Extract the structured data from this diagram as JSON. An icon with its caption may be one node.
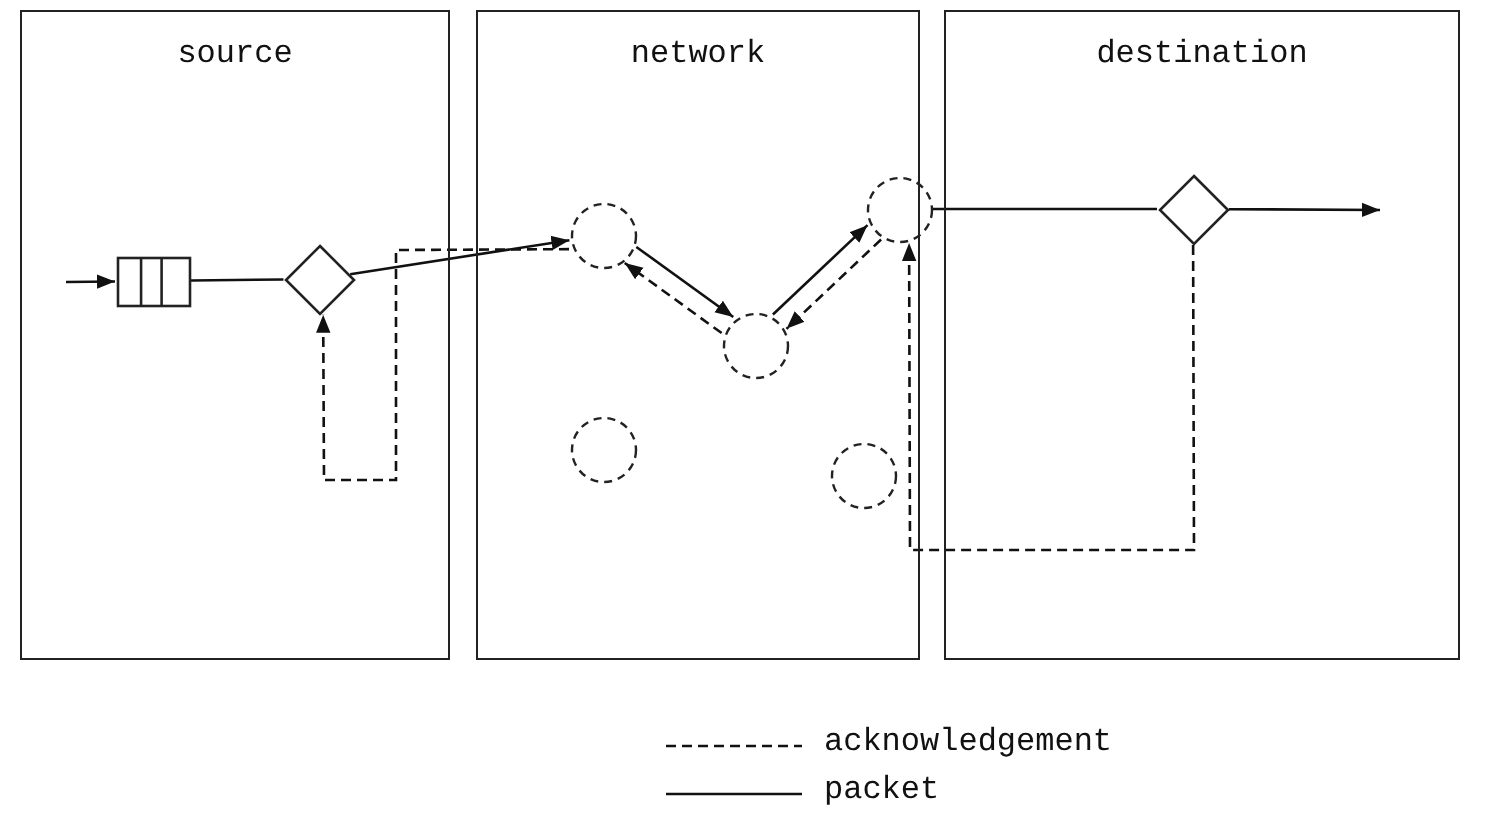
{
  "diagram": {
    "nodes": [
      {
        "text": [
          "source"
        ]
      },
      {
        "text": [
          "network"
        ]
      },
      {
        "text": [
          "destination"
        ]
      },
      {
        "text": [],
        "shape": "box",
        "in": 0
      },
      {
        "text": [],
        "shape": "diamond",
        "in": 0
      },
      {
        "text": [],
        "shape": "circle",
        "in": 1
      },
      {
        "text": [],
        "shape": "circle",
        "in": 1
      },
      {
        "text": [],
        "shape": "circle",
        "in": 1
      },
      {
        "text": [],
        "shape": "circle",
        "in": 1
      },
      {
        "text": [],
        "shape": "circle",
        "in": 1
      },
      {
        "text": [],
        "shape": "diamond",
        "in": 2
      }
    ],
    "edges": [
      {
        "from": null,
        "to": 3,
        "arrow": "to"
      },
      {
        "from": 3,
        "to": 4,
        "arrow": "none"
      },
      {
        "from": 4,
        "to": 5,
        "arrow": "to"
      },
      {
        "from": 5,
        "to": 7,
        "arrow": "to"
      },
      {
        "from": 7,
        "to": 9,
        "arrow": "to"
      },
      {
        "from": 9,
        "to": 10,
        "arrow": "none"
      },
      {
        "from": 10,
        "to": null,
        "arrow": "to"
      },
      {
        "from": 10,
        "to": 9,
        "arrow": "to",
        "style": "dashed"
      },
      {
        "from": 9,
        "to": 7,
        "arrow": "to",
        "style": "dashed"
      },
      {
        "from": 7,
        "to": 5,
        "arrow": "to",
        "style": "dashed"
      },
      {
        "from": 5,
        "to": 4,
        "arrow": "to",
        "style": "dashed"
      }
    ],
    "legend": [
      {
        "text": "acknowledgement"
      },
      {
        "text": "packet"
      }
    ]
  }
}
